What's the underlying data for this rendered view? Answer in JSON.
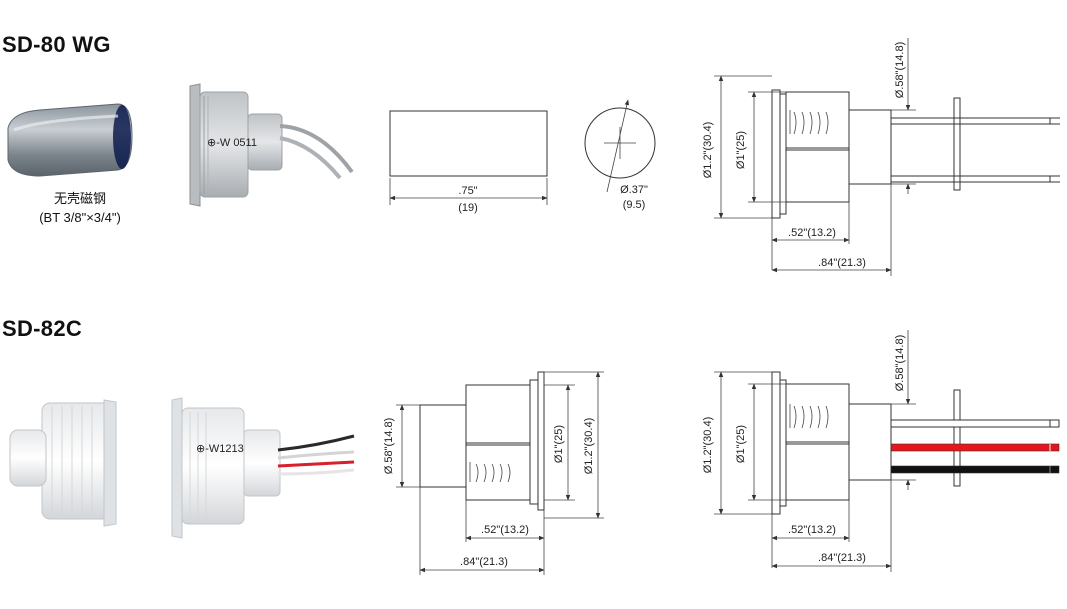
{
  "sd80": {
    "title": "SD-80 WG",
    "magnet_caption_cn": "无壳磁钢",
    "magnet_caption_size": "(BT 3/8\"×3/4\")",
    "product_imprint": "⊕-W 0511",
    "dims": {
      "length_in": ".75\"",
      "length_mm": "(19)",
      "diameter_in": "Ø.37\"",
      "diameter_mm": "(9.5)",
      "flange_dia": "Ø1.2\"(30.4)",
      "body_dia": "Ø1\"(25)",
      "wire_gap": "Ø.58\"(14.8)",
      "body_len": ".52\"(13.2)",
      "total_len": ".84\"(21.3)"
    }
  },
  "sd82": {
    "title": "SD-82C",
    "product_imprint": "⊕-W1213",
    "wire_colors": [
      "#ffffff",
      "#e8141c",
      "#111111"
    ],
    "dims_left": {
      "wire_gap": "Ø.58\"(14.8)",
      "body_dia": "Ø1\"(25)",
      "flange_dia": "Ø1.2\"(30.4)",
      "body_len": ".52\"(13.2)",
      "total_len": ".84\"(21.3)"
    },
    "dims_right": {
      "flange_dia": "Ø1.2\"(30.4)",
      "body_dia": "Ø1\"(25)",
      "wire_gap": "Ø.58\"(14.8)",
      "body_len": ".52\"(13.2)",
      "total_len": ".84\"(21.3)"
    }
  }
}
